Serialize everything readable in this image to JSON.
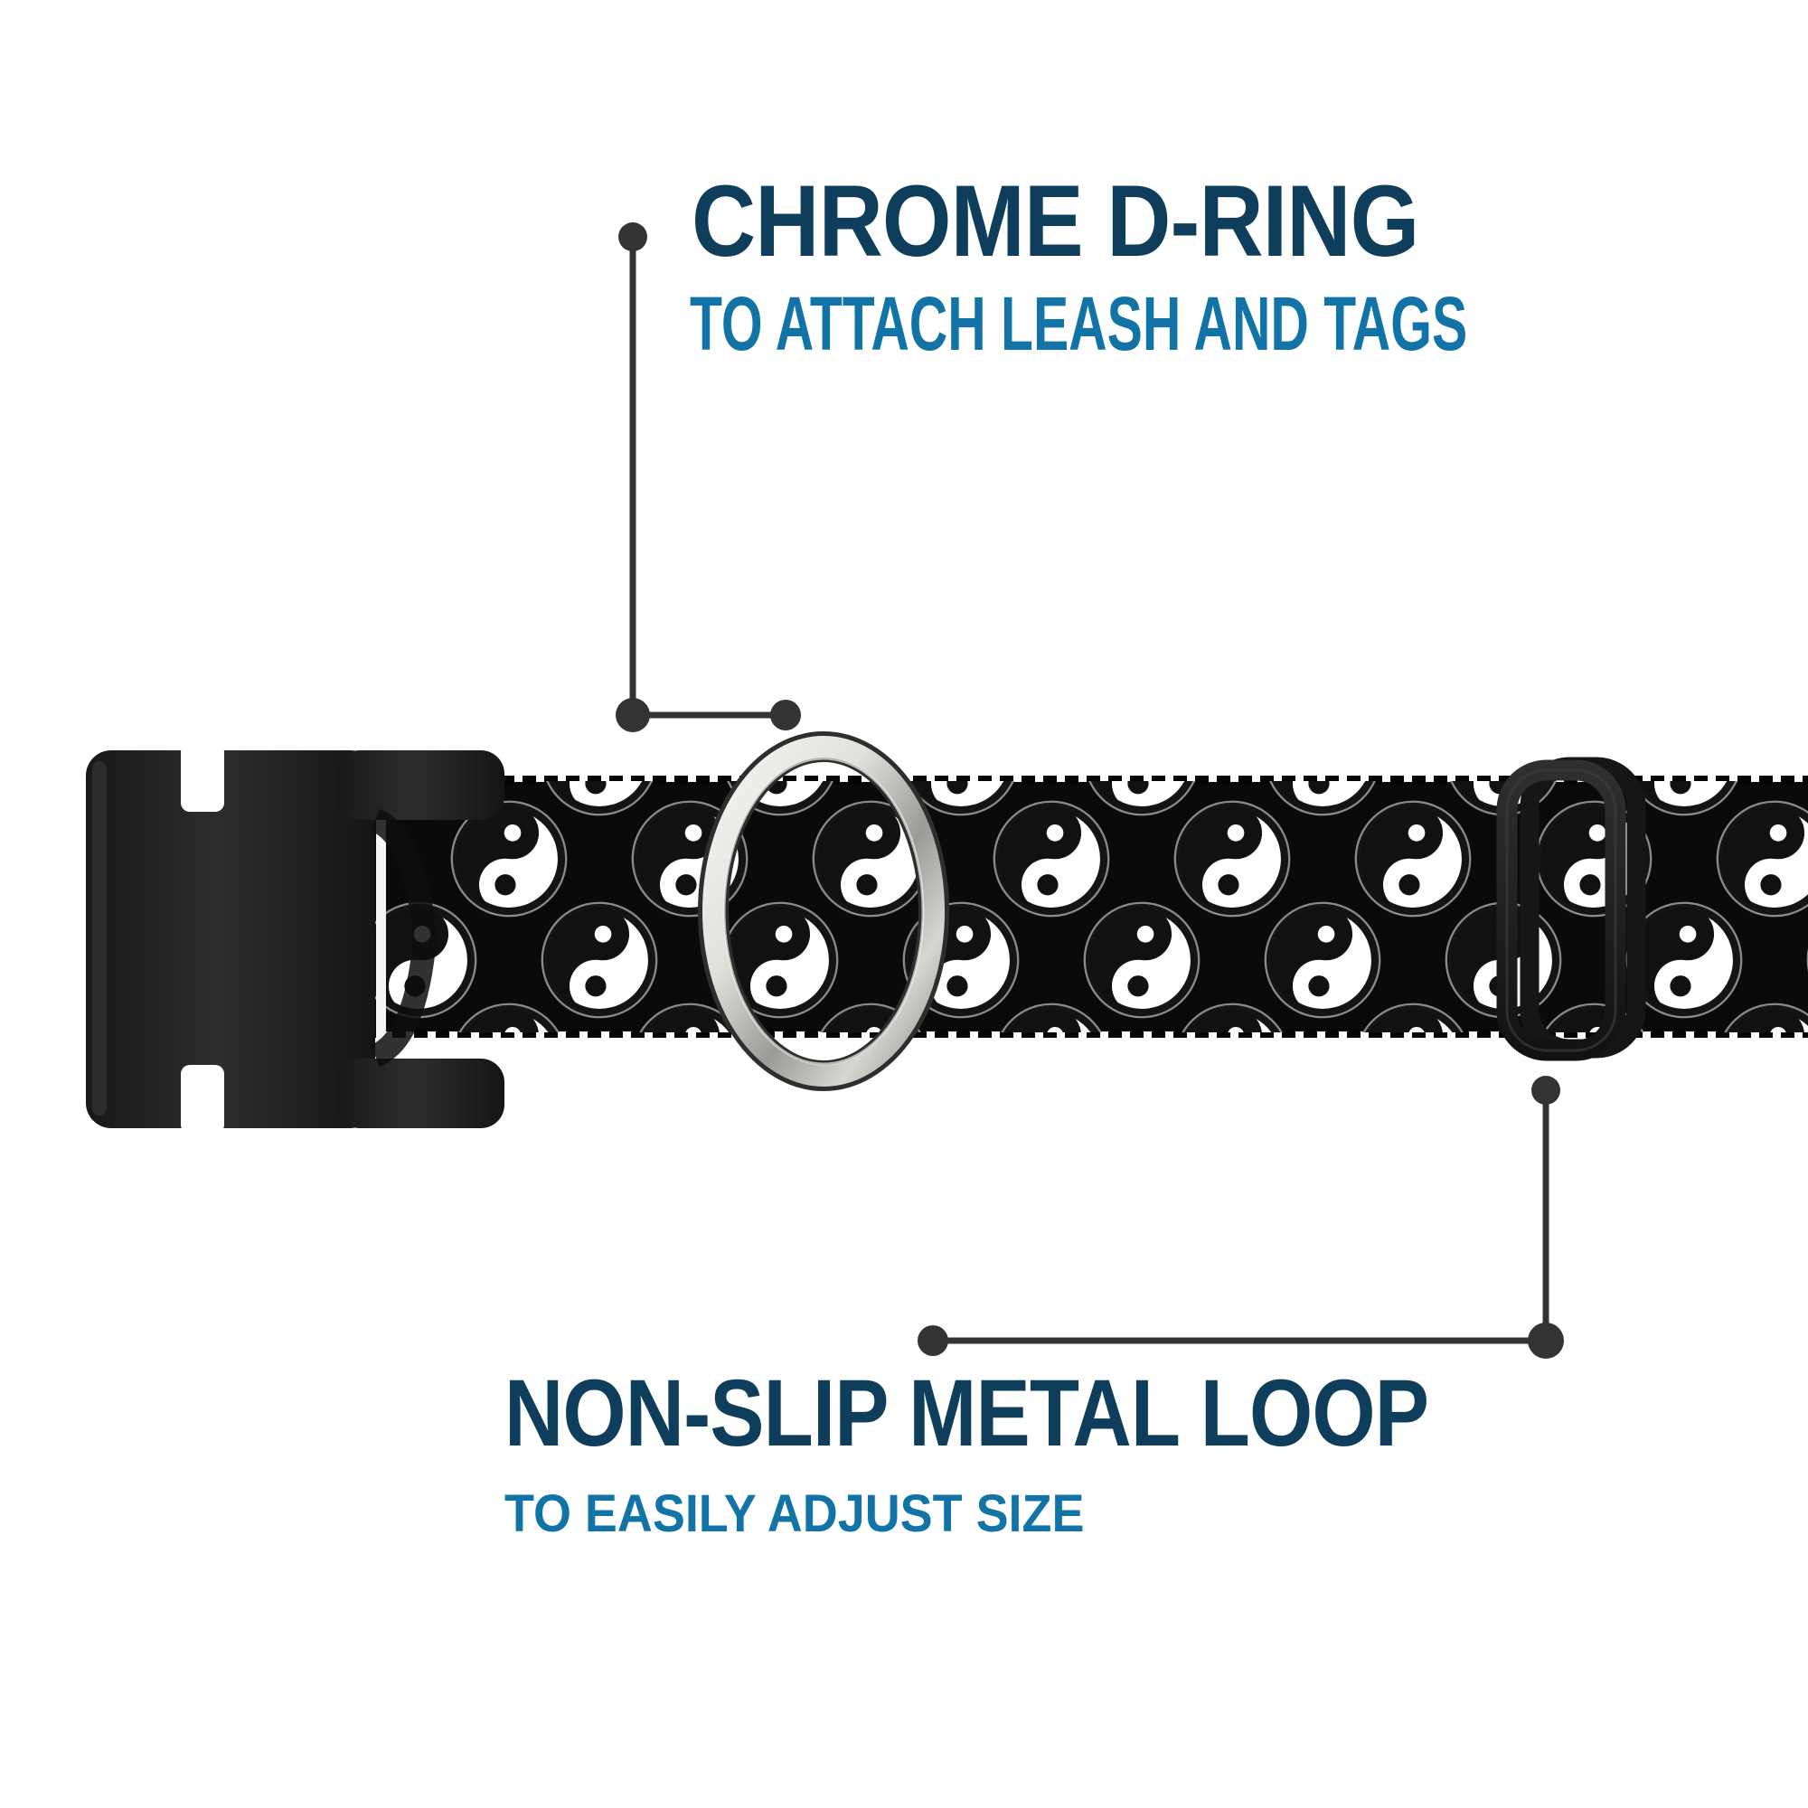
{
  "callout_top": {
    "title": "CHROME D-RING",
    "subtitle": "TO ATTACH LEASH AND TAGS"
  },
  "callout_bottom": {
    "title": "NON-SLIP METAL LOOP",
    "subtitle": "TO EASILY ADJUST SIZE"
  },
  "colors": {
    "background": "#ffffff",
    "title": "#0f3e5c",
    "subtitle": "#1273a7",
    "callout": "#333333",
    "webbing_black": "#0a0a0a",
    "pattern_white": "#ffffff",
    "pattern_outline": "#141414",
    "chrome_light": "#f5f4f1",
    "chrome_mid": "#cfcdc8",
    "chrome_dark": "#7a7a7a",
    "plastic_black": "#1f1f1f"
  },
  "icons": {
    "pattern_icon": "yin-yang-icon"
  }
}
